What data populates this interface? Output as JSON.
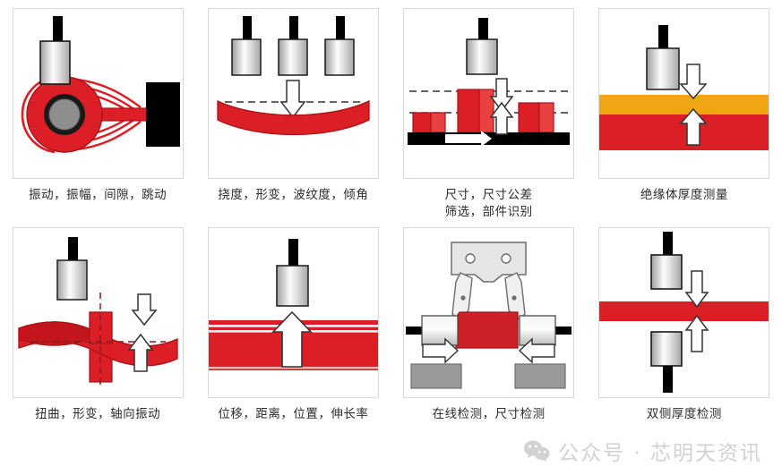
{
  "page": {
    "background": "#ffffff",
    "layout": "2 rows x 4 columns of laser-sensor application illustrations"
  },
  "colors": {
    "red": "#DC1F26",
    "red_dark": "#C2161C",
    "red_light": "#E8413F",
    "orange": "#F0A512",
    "black": "#000000",
    "gray_body_light": "#F2F2F2",
    "gray_body_mid": "#BDBDBD",
    "gray_block": "#9A9A9A",
    "panel_border": "#D8D8D8",
    "caption_text": "#2B2B2B",
    "watermark": "#D2D2D2"
  },
  "panels": [
    {
      "id": "vibration",
      "caption": "振动，振幅，间隙，跳动",
      "caption_line2": "",
      "icon": "rotating-shaft-with-waves",
      "elements": [
        "sensor-head",
        "sensor-cable",
        "rotating-disc",
        "shaft",
        "bearing-block",
        "vibration-waves"
      ]
    },
    {
      "id": "deflection",
      "caption": "挠度，形变，波纹度，倾角",
      "caption_line2": "",
      "icon": "three-sensors-over-bent-beam",
      "elements": [
        "sensor-head-left",
        "sensor-head-center",
        "sensor-head-right",
        "measure-arrow-down",
        "dashed-reference-line",
        "bent-red-beam"
      ]
    },
    {
      "id": "dimension",
      "caption": "尺寸，尺寸公差",
      "caption_line2": "筛选，部件识别",
      "icon": "conveyor-with-boxes",
      "elements": [
        "sensor-head",
        "arrow-down",
        "arrow-up",
        "dashed-upper-tolerance",
        "dashed-lower-tolerance",
        "box-small",
        "box-tall",
        "box-medium",
        "conveyor-belt",
        "belt-direction-arrow"
      ]
    },
    {
      "id": "insulation-thickness",
      "caption": "绝缘体厚度测量",
      "caption_line2": "",
      "icon": "two-layer-material",
      "elements": [
        "sensor-head",
        "arrow-down",
        "arrow-up",
        "orange-layer",
        "red-layer"
      ]
    },
    {
      "id": "torsion",
      "caption": "扭曲，形变，轴向振动",
      "caption_line2": "",
      "icon": "twisted-band-on-shaft",
      "elements": [
        "sensor-head",
        "twisted-red-band",
        "vertical-shaft",
        "dashed-vertical-axis",
        "dashed-horizontal-axis",
        "arrow-down",
        "arrow-up"
      ]
    },
    {
      "id": "displacement",
      "caption": "位移，距离，位置，伸长率",
      "caption_line2": "",
      "icon": "sensor-over-moving-strip",
      "elements": [
        "sensor-head",
        "red-strip",
        "white-stripe-lines",
        "arrow-up"
      ]
    },
    {
      "id": "inline-inspection",
      "caption": "在线检测，尺寸检测",
      "caption_line2": "",
      "icon": "robot-gripper-with-part",
      "elements": [
        "gripper-head",
        "gripper-jaw-left",
        "gripper-jaw-right",
        "red-workpiece",
        "sensor-left",
        "sensor-right",
        "arrow-right",
        "arrow-left",
        "gray-block-left",
        "gray-block-right"
      ]
    },
    {
      "id": "two-sided-thickness",
      "caption": "双侧厚度检测",
      "caption_line2": "",
      "icon": "opposed-sensors-on-strip",
      "elements": [
        "sensor-head-top",
        "sensor-head-bottom",
        "red-strip",
        "arrow-down",
        "arrow-up"
      ]
    }
  ],
  "watermark": {
    "icon": "wechat-icon",
    "text": "公众号 · 芯明天资讯"
  }
}
